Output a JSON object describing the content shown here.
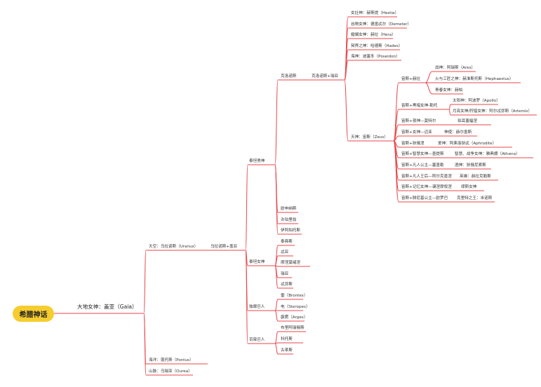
{
  "root": "希腊神话",
  "gaia": "大地女神：盖亚（Gaia）",
  "uranus": "天空：乌拉诺斯（Uranus）",
  "pontus": "海洋：蓬托斯（Pontus）",
  "ourea": "山脉：乌瑞亚（Ourea）",
  "union": "乌拉诺斯+盖亚",
  "titans_m": "泰坦男神",
  "titans_f": "泰坦女神",
  "cyclopes": "独眼巨人",
  "hekaton": "百臂巨人",
  "cronus": "克洛诺斯",
  "cronus_rhea": "克洛诺斯+瑞亚",
  "hestia": "女灶神：赫斯提（Hestia）",
  "demeter": "谷物女神：德墨忒尔（Demeter）",
  "hera": "婚姻女神：赫拉（Hera）",
  "hades": "冥界之神：哈德斯（Hades）",
  "poseidon": "海神：波塞冬（Poseidon）",
  "zeus": "天神：宙斯（Zeus）",
  "z_hera": "宙斯+赫拉",
  "ares": "战神：阿瑞斯（Ares）",
  "hephaestus": "火与工匠之神：赫淮斯托斯（Hephaestus）",
  "hebe": "青春女神：赫柏",
  "z_leto": "宙斯+黑暗女神-勒托",
  "apollo": "太阳神：阿波罗（Apollo）",
  "artemis": "月亮女神/狩猎女神：阿尔忒弥斯（Artemis）",
  "z_nyx": "宙斯+夜神—莫特尔",
  "z_nyx_c": "珀耳塞福涅",
  "z_maia": "宙斯+女神—迈亚",
  "hermes": "神使：赫尔墨斯",
  "z_dione": "宙斯+狄俄涅",
  "aphrodite": "爱神：阿弗洛狄忒（Aphrodite）",
  "z_metis": "宙斯+智慧女神—墨提斯",
  "athena": "智慧、战争女神：雅典娜（Athena）",
  "z_semele": "宙斯+凡人公主—塞墨勒",
  "dionysus": "酒神：狄俄尼索斯",
  "z_alcmene": "宙斯+凡人王后—阿尔克墨涅",
  "heracles": "英雄：赫拉克勒斯",
  "z_mnemo": "宙斯+记忆女神—谟涅摩叙涅",
  "muses": "缪斯女神",
  "z_europa": "宙斯+腓尼基公主—欧罗巴",
  "minos": "克里特之王：米诺斯",
  "oceanus": "欧申纳斯",
  "hyperion": "许珀里翁",
  "iapetus": "伊阿珀托斯",
  "f1": "泰弗斯",
  "f2": "忒亚",
  "f3": "摩涅莫绪涅",
  "f4": "瑞亚",
  "f5": "忒弥斯",
  "brontes": "雷（Brontes）",
  "steropes": "电（Steropes）",
  "arges": "霹雳（Arges）",
  "h1": "布里阿瑞俄斯",
  "h2": "科托斯",
  "h3": "古革斯",
  "colors": {
    "line": "#e8474b",
    "root": "#f6cd2f"
  }
}
